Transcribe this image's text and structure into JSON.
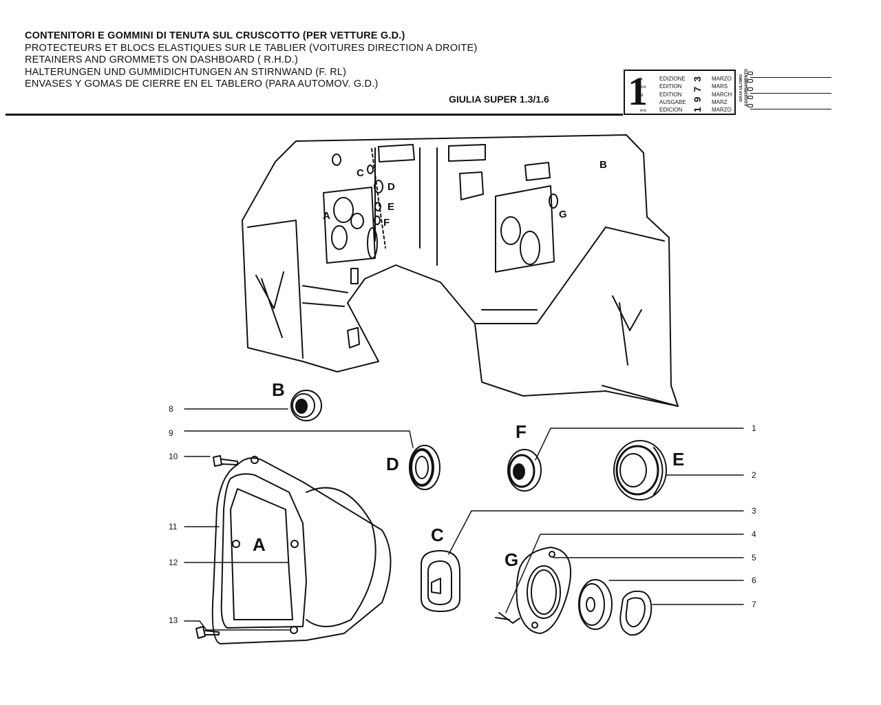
{
  "header": {
    "lines": [
      "CONTENITORI E GOMMINI DI TENUTA SUL CRUSCOTTO (PER VETTURE G.D.)",
      "PROTECTEURS ET BLOCS ELASTIQUES SUR LE TABLIER (VOITURES DIRECTION A DROITE)",
      "RETAINERS AND GROMMETS ON DASHBOARD ( R.H.D.)",
      "HALTERUNGEN UND GUMMIDICHTUNGEN AN STIRNWAND (F. RL)",
      "ENVASES Y GOMAS DE CIERRE EN EL TABLERO (PARA AUTOMOV. G.D.)"
    ],
    "model": "GIULIA SUPER 1.3/1.6"
  },
  "edition": {
    "number": "1",
    "ordinals": [
      "a",
      "ere",
      "st",
      ".",
      "era"
    ],
    "languages": [
      "EDIZIONE",
      "EDITION",
      "EDITION",
      "AUSGABE",
      "EDICION"
    ],
    "year": "1973",
    "months": [
      "MARZO",
      "MARS",
      "MARCH",
      "MARZ",
      "MARZO"
    ],
    "update_label_1": "DATA ULTIMO",
    "update_label_2": "AGGIORNAMENTO"
  },
  "dashboard_labels": [
    "A",
    "B",
    "C",
    "D",
    "E",
    "F",
    "G"
  ],
  "part_letters": [
    "B",
    "D",
    "F",
    "E",
    "C",
    "G",
    "A"
  ],
  "part_numbers": [
    "1",
    "2",
    "3",
    "4",
    "5",
    "6",
    "7",
    "8",
    "9",
    "10",
    "11",
    "12",
    "13"
  ]
}
